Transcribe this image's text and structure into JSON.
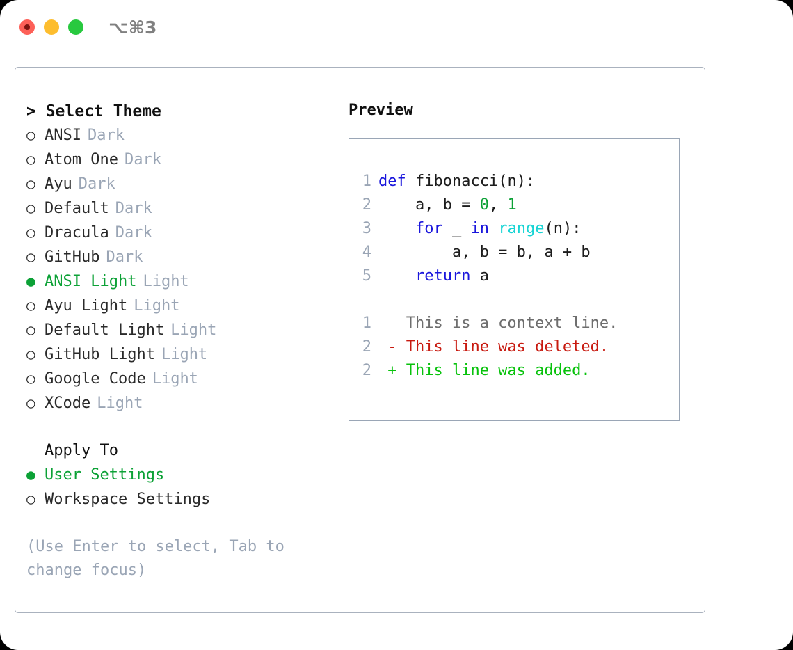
{
  "window": {
    "shortcut": "⌥⌘3",
    "traffic_lights": [
      "close",
      "minimize",
      "zoom"
    ]
  },
  "theme_picker": {
    "title": "> Select Theme",
    "options": [
      {
        "bullet": "○",
        "name": "ANSI",
        "kind": "Dark",
        "selected": false
      },
      {
        "bullet": "○",
        "name": "Atom One",
        "kind": "Dark",
        "selected": false
      },
      {
        "bullet": "○",
        "name": "Ayu",
        "kind": "Dark",
        "selected": false
      },
      {
        "bullet": "○",
        "name": "Default",
        "kind": "Dark",
        "selected": false
      },
      {
        "bullet": "○",
        "name": "Dracula",
        "kind": "Dark",
        "selected": false
      },
      {
        "bullet": "○",
        "name": "GitHub",
        "kind": "Dark",
        "selected": false
      },
      {
        "bullet": "●",
        "name": "ANSI Light",
        "kind": "Light",
        "selected": true
      },
      {
        "bullet": "○",
        "name": "Ayu Light",
        "kind": "Light",
        "selected": false
      },
      {
        "bullet": "○",
        "name": "Default Light",
        "kind": "Light",
        "selected": false
      },
      {
        "bullet": "○",
        "name": "GitHub Light",
        "kind": "Light",
        "selected": false
      },
      {
        "bullet": "○",
        "name": "Google Code",
        "kind": "Light",
        "selected": false
      },
      {
        "bullet": "○",
        "name": "XCode",
        "kind": "Light",
        "selected": false
      }
    ]
  },
  "apply_to": {
    "title": "Apply To",
    "options": [
      {
        "bullet": "●",
        "name": "User Settings",
        "selected": true
      },
      {
        "bullet": "○",
        "name": "Workspace Settings",
        "selected": false
      }
    ]
  },
  "help": {
    "text": "(Use Enter to select, Tab to change focus)"
  },
  "preview": {
    "title": "Preview",
    "code_lines": [
      {
        "no": "1",
        "tokens": [
          {
            "t": "def",
            "c": "kw"
          },
          {
            "t": " fibonacci(n):",
            "c": "plain"
          }
        ]
      },
      {
        "no": "2",
        "tokens": [
          {
            "t": "    a, b = ",
            "c": "plain"
          },
          {
            "t": "0",
            "c": "num"
          },
          {
            "t": ", ",
            "c": "plain"
          },
          {
            "t": "1",
            "c": "num"
          }
        ]
      },
      {
        "no": "3",
        "tokens": [
          {
            "t": "    ",
            "c": "plain"
          },
          {
            "t": "for",
            "c": "kw"
          },
          {
            "t": " _ ",
            "c": "plain"
          },
          {
            "t": "in",
            "c": "kw"
          },
          {
            "t": " ",
            "c": "plain"
          },
          {
            "t": "range",
            "c": "fn"
          },
          {
            "t": "(n):",
            "c": "plain"
          }
        ]
      },
      {
        "no": "4",
        "tokens": [
          {
            "t": "        a, b = b, a + b",
            "c": "plain"
          }
        ]
      },
      {
        "no": "5",
        "tokens": [
          {
            "t": "    ",
            "c": "plain"
          },
          {
            "t": "return",
            "c": "kw"
          },
          {
            "t": " a",
            "c": "plain"
          }
        ]
      }
    ],
    "diff_lines": [
      {
        "no": "1",
        "marker": "  ",
        "text": "This is a context line.",
        "kind": "ctx"
      },
      {
        "no": "2",
        "marker": "- ",
        "text": "This line was deleted.",
        "kind": "del"
      },
      {
        "no": "2",
        "marker": "+ ",
        "text": "This line was added.",
        "kind": "add"
      }
    ]
  },
  "colors": {
    "accent_green": "#0ca136",
    "keyword_blue": "#1a16dc",
    "function_cyan": "#17d4d4",
    "number_green": "#0ca136",
    "diff_delete_red": "#c81a10",
    "diff_add_green": "#08c20c",
    "muted_gray": "#9aa5b5",
    "border_gray": "#aab2be"
  }
}
